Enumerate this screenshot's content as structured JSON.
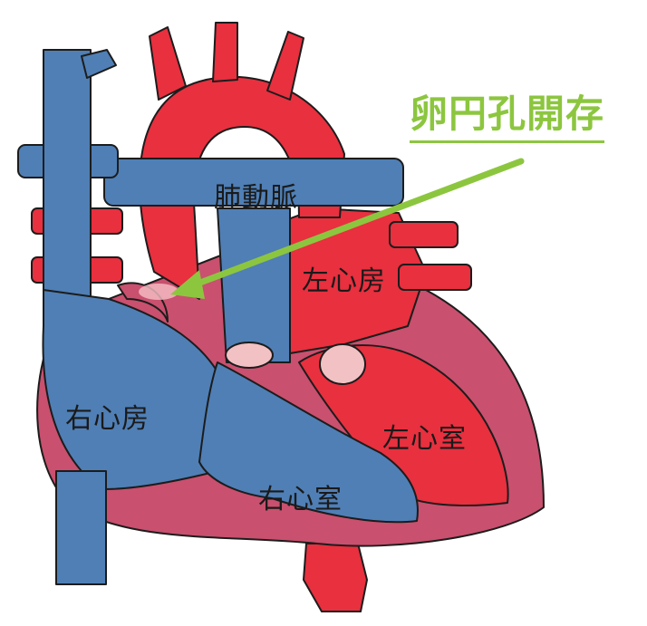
{
  "title": "卵円孔開存",
  "labels": {
    "pulmonary_artery": "肺動脈",
    "left_atrium": "左心房",
    "right_atrium": "右心房",
    "left_ventricle": "左心室",
    "right_ventricle": "右心室"
  },
  "colors": {
    "oxygenated": "#e8303f",
    "deoxygenated": "#4f7fb5",
    "heart_wall": "#c9506e",
    "outline": "#1c1c1c",
    "valve": "#f2c1c4",
    "annotation": "#8cc63f"
  }
}
